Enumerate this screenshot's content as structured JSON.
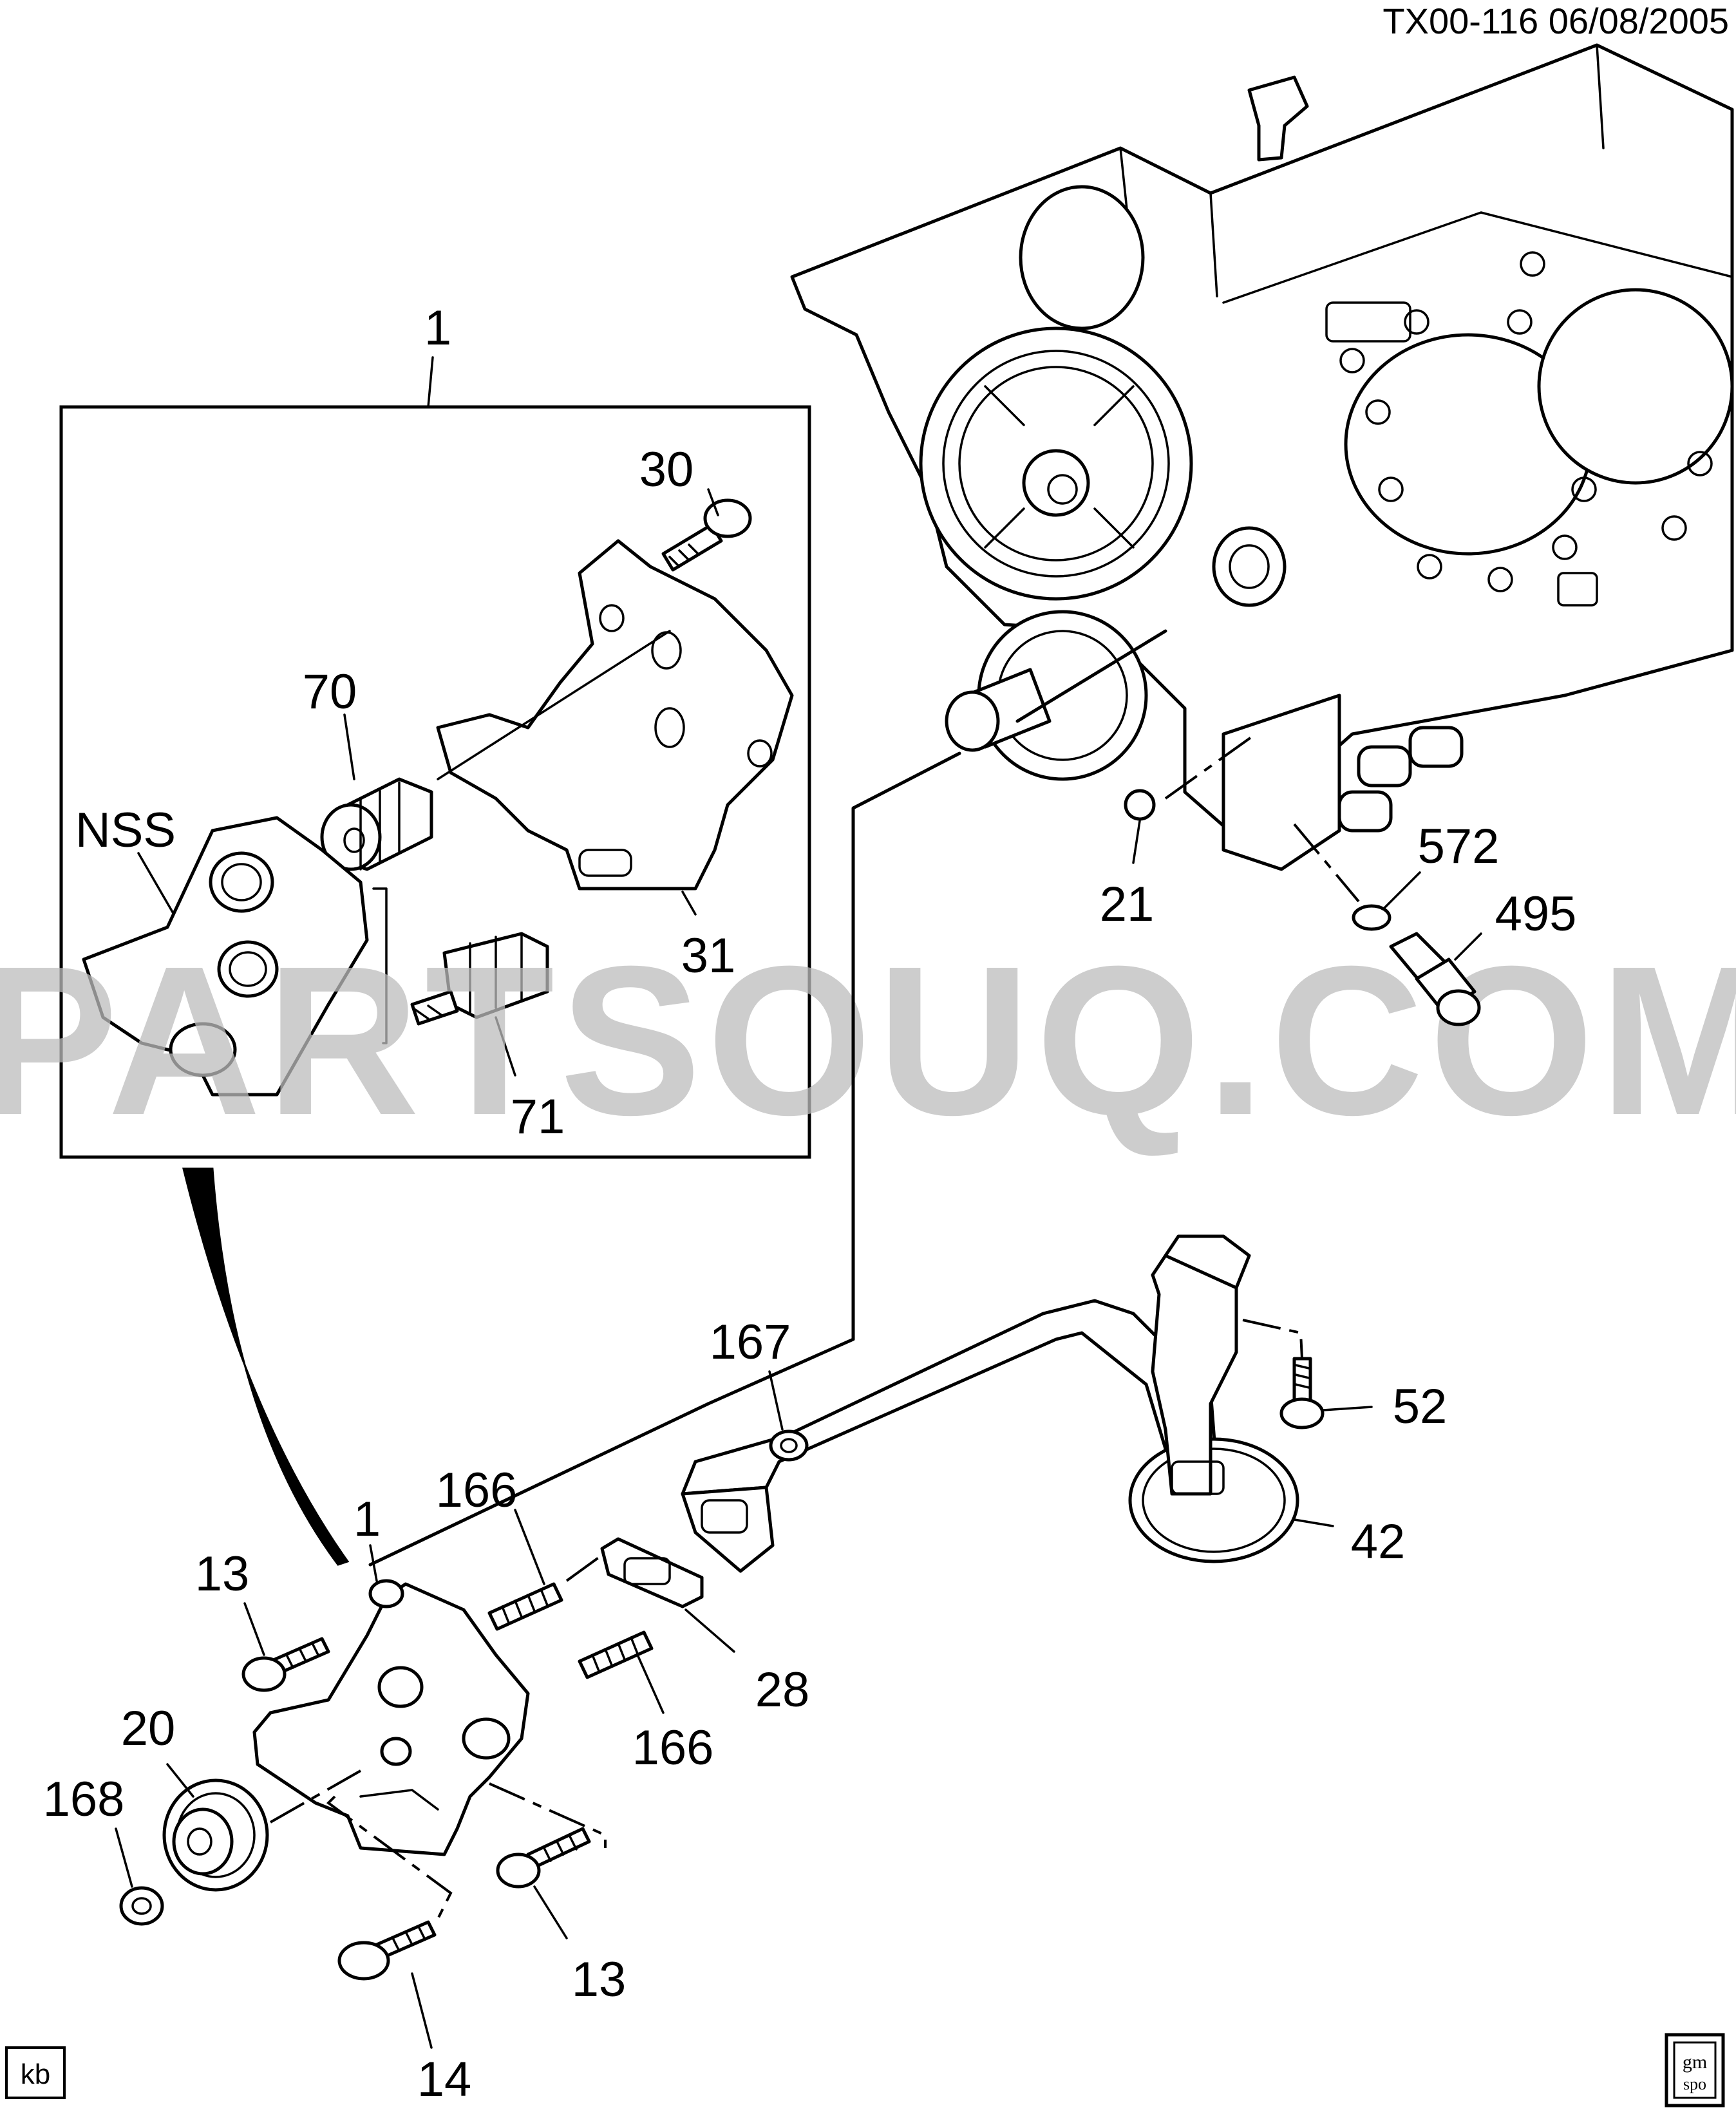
{
  "header": {
    "drawing_id": "TX00-116  06/08/2005"
  },
  "watermark": "PARTSOUQ.COM",
  "footer": {
    "left_badge": "kb",
    "right_logo_top": "gm",
    "right_logo_bottom": "spo"
  },
  "callouts": {
    "c1_top": "1",
    "c30": "30",
    "c70": "70",
    "cNSS": "NSS",
    "c31": "31",
    "c71": "71",
    "c21": "21",
    "c572": "572",
    "c495": "495",
    "c167": "167",
    "c52": "52",
    "c42": "42",
    "c166_top": "166",
    "c1_bottom": "1",
    "c13_left": "13",
    "c28": "28",
    "c166_bottom": "166",
    "c20": "20",
    "c168": "168",
    "c13_bottom": "13",
    "c14": "14"
  }
}
